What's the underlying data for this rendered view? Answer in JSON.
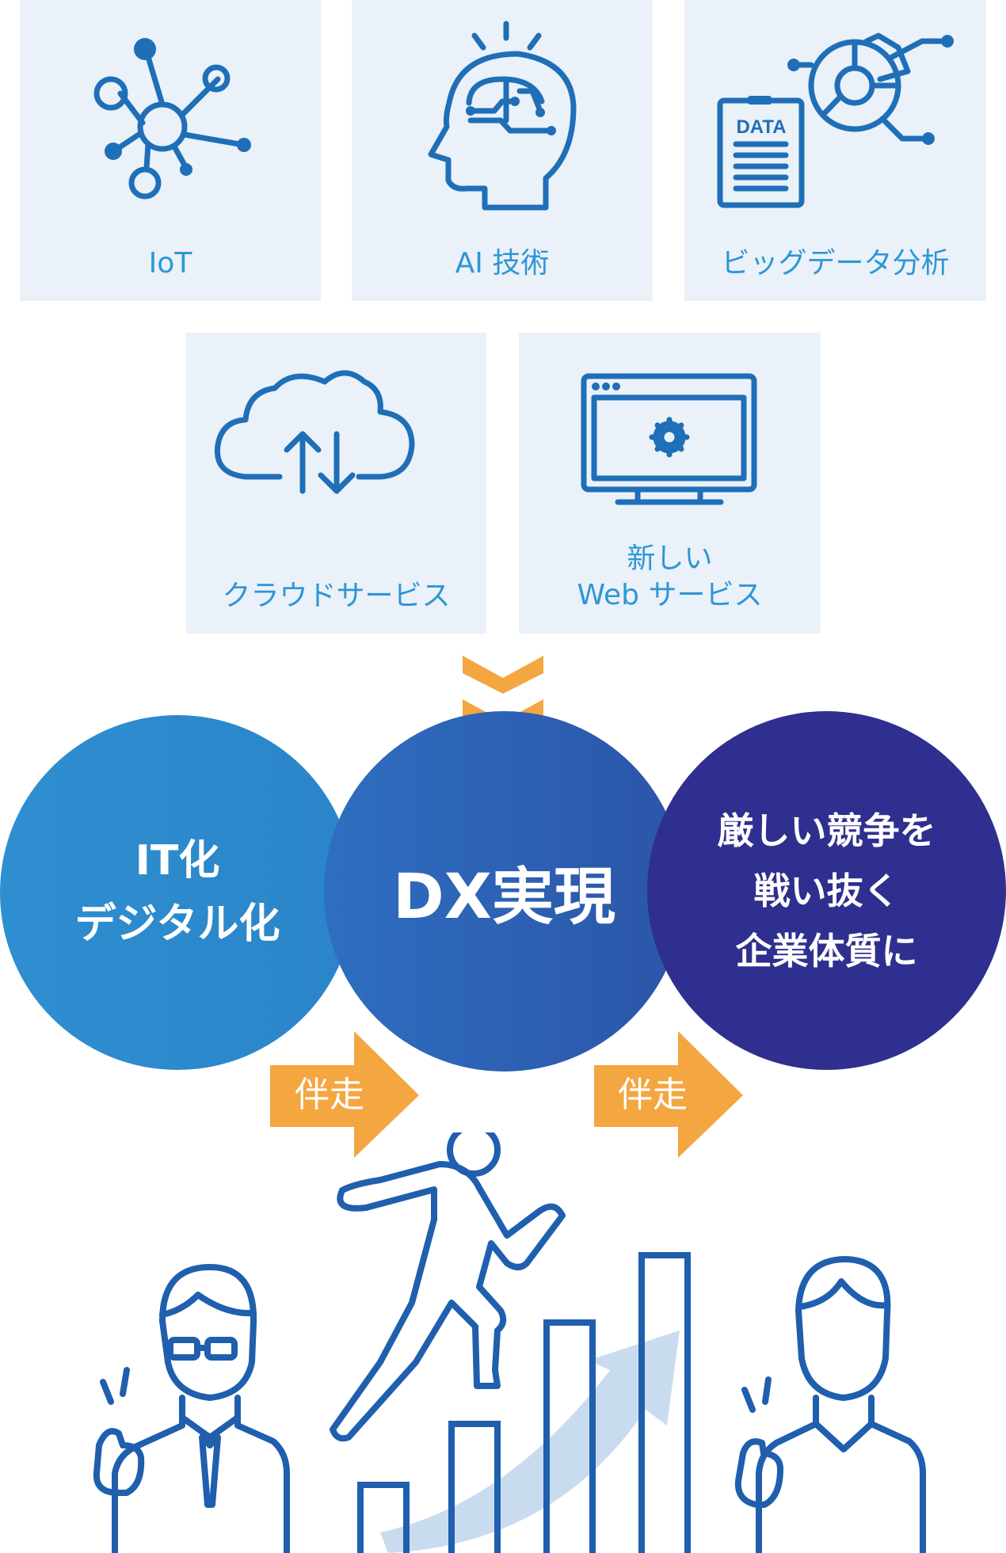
{
  "tiles": {
    "iot": {
      "label": "IoT",
      "icon": "network-hub-icon"
    },
    "ai": {
      "label": "AI 技術",
      "icon": "brain-head-icon"
    },
    "bigdata": {
      "label": "ビッグデータ分析",
      "icon": "data-chart-icon"
    },
    "cloud": {
      "label": "クラウドサービス",
      "icon": "cloud-sync-icon"
    },
    "web": {
      "label_line1": "新しい",
      "label_line2": "Web サービス",
      "icon": "monitor-gear-icon"
    }
  },
  "data_icon_text": "DATA",
  "circles": {
    "it": {
      "line1": "IT化",
      "line2": "デジタル化"
    },
    "dx": {
      "text": "DX実現"
    },
    "goal": {
      "line1": "厳しい競争を",
      "line2": "戦い抜く",
      "line3": "企業体質に"
    }
  },
  "arrows": [
    {
      "label": "伴走"
    },
    {
      "label": "伴走"
    }
  ],
  "colors": {
    "icon_blue": "#1f6fb8",
    "label_blue": "#2e96d6",
    "tile_bg": "#eaf1f8",
    "accent_orange": "#f4a640",
    "circle_light": "#2e8fd0",
    "circle_mid": "#2c5aa9",
    "circle_dark": "#2f2f8f",
    "figure_blue": "#1f5fae"
  }
}
